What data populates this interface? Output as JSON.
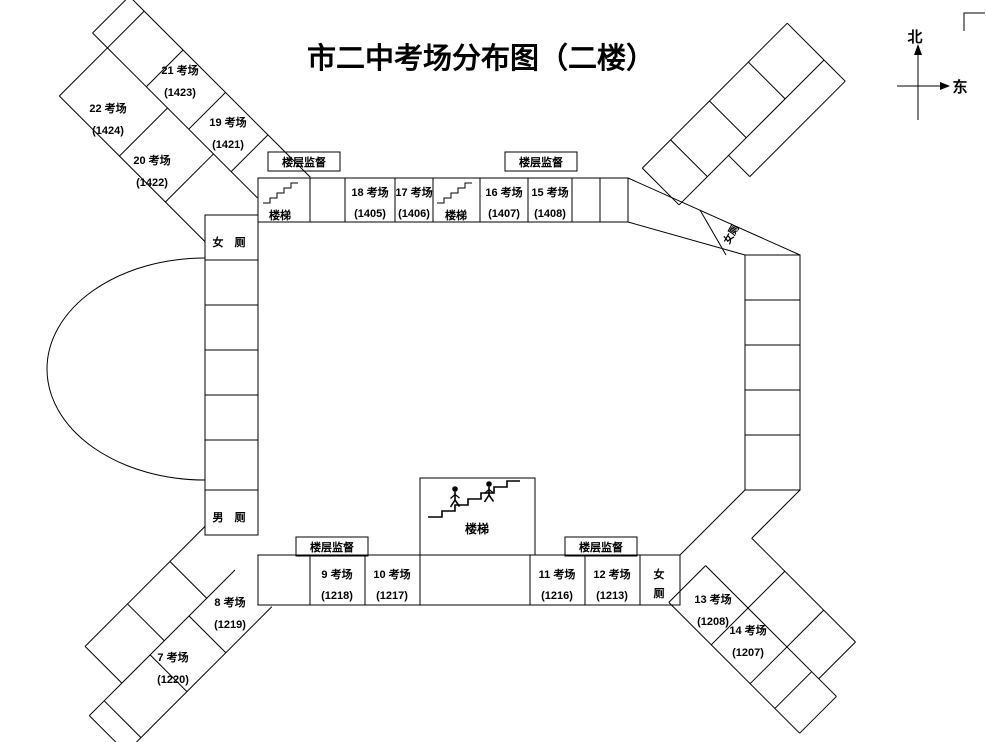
{
  "title": "市二中考场分布图（二楼）",
  "compass": {
    "north": "北",
    "east": "东"
  },
  "labels": {
    "stairs": "楼梯",
    "supervisor": "楼层监督",
    "women_toilet": "女 厕",
    "men_toilet": "男 厕",
    "women_toilet_diag": "女厕",
    "women_vertical_top": "女",
    "women_vertical_bottom": "厕"
  },
  "rooms": {
    "top": [
      {
        "name": "18 考场",
        "number": "(1405)"
      },
      {
        "name": "17 考场",
        "number": "(1406)"
      },
      {
        "name": "16 考场",
        "number": "(1407)"
      },
      {
        "name": "15 考场",
        "number": "(1408)"
      }
    ],
    "bottom": [
      {
        "name": "9 考场",
        "number": "(1218)"
      },
      {
        "name": "10 考场",
        "number": "(1217)"
      },
      {
        "name": "11 考场",
        "number": "(1216)"
      },
      {
        "name": "12 考场",
        "number": "(1213)"
      }
    ],
    "nw": [
      {
        "name": "21 考场",
        "number": "(1423)"
      },
      {
        "name": "22 考场",
        "number": "(1424)"
      },
      {
        "name": "20 考场",
        "number": "(1422)"
      },
      {
        "name": "19 考场",
        "number": "(1421)"
      }
    ],
    "sw": [
      {
        "name": "8 考场",
        "number": "(1219)"
      },
      {
        "name": "7 考场",
        "number": "(1220)"
      }
    ],
    "se": [
      {
        "name": "13 考场",
        "number": "(1208)"
      },
      {
        "name": "14 考场",
        "number": "(1207)"
      }
    ]
  }
}
